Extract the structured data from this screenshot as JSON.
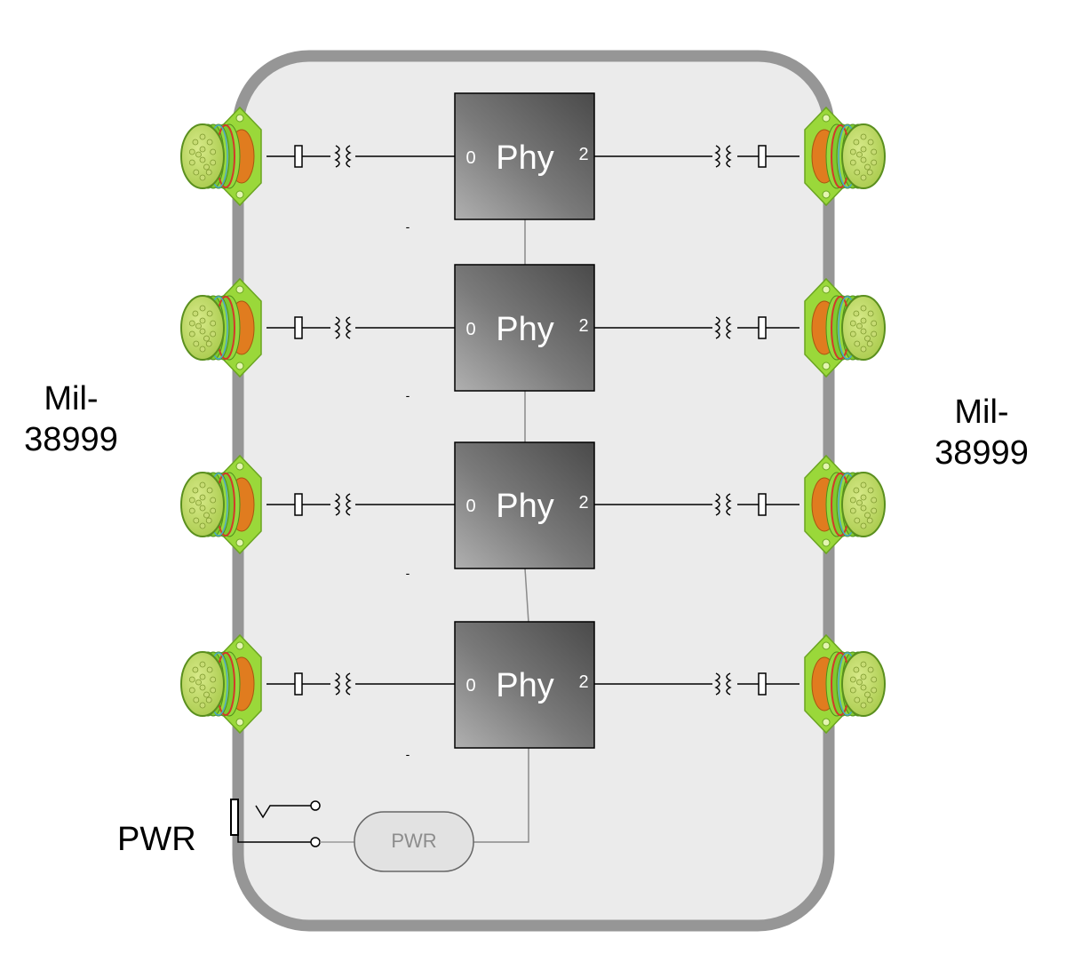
{
  "left_connector_label": {
    "line1": "Mil-",
    "line2": "38999"
  },
  "right_connector_label": {
    "line1": "Mil-",
    "line2": "38999"
  },
  "power_label": "PWR",
  "power_block_label": "PWR",
  "phy_blocks": [
    {
      "name": "Phy",
      "port_left": "0",
      "port_right": "2"
    },
    {
      "name": "Phy",
      "port_left": "0",
      "port_right": "2"
    },
    {
      "name": "Phy",
      "port_left": "0",
      "port_right": "2"
    },
    {
      "name": "Phy",
      "port_left": "0",
      "port_right": "2"
    }
  ],
  "block_marks": [
    "-",
    "-",
    "-",
    "-"
  ],
  "colors": {
    "enclosure_fill": "#ebebeb",
    "enclosure_border": "#969696",
    "connector_green": "#8fd33a",
    "connector_orange": "#e07c1f",
    "phy_dark": "#4e4e4e",
    "phy_light": "#9a9a9a"
  }
}
